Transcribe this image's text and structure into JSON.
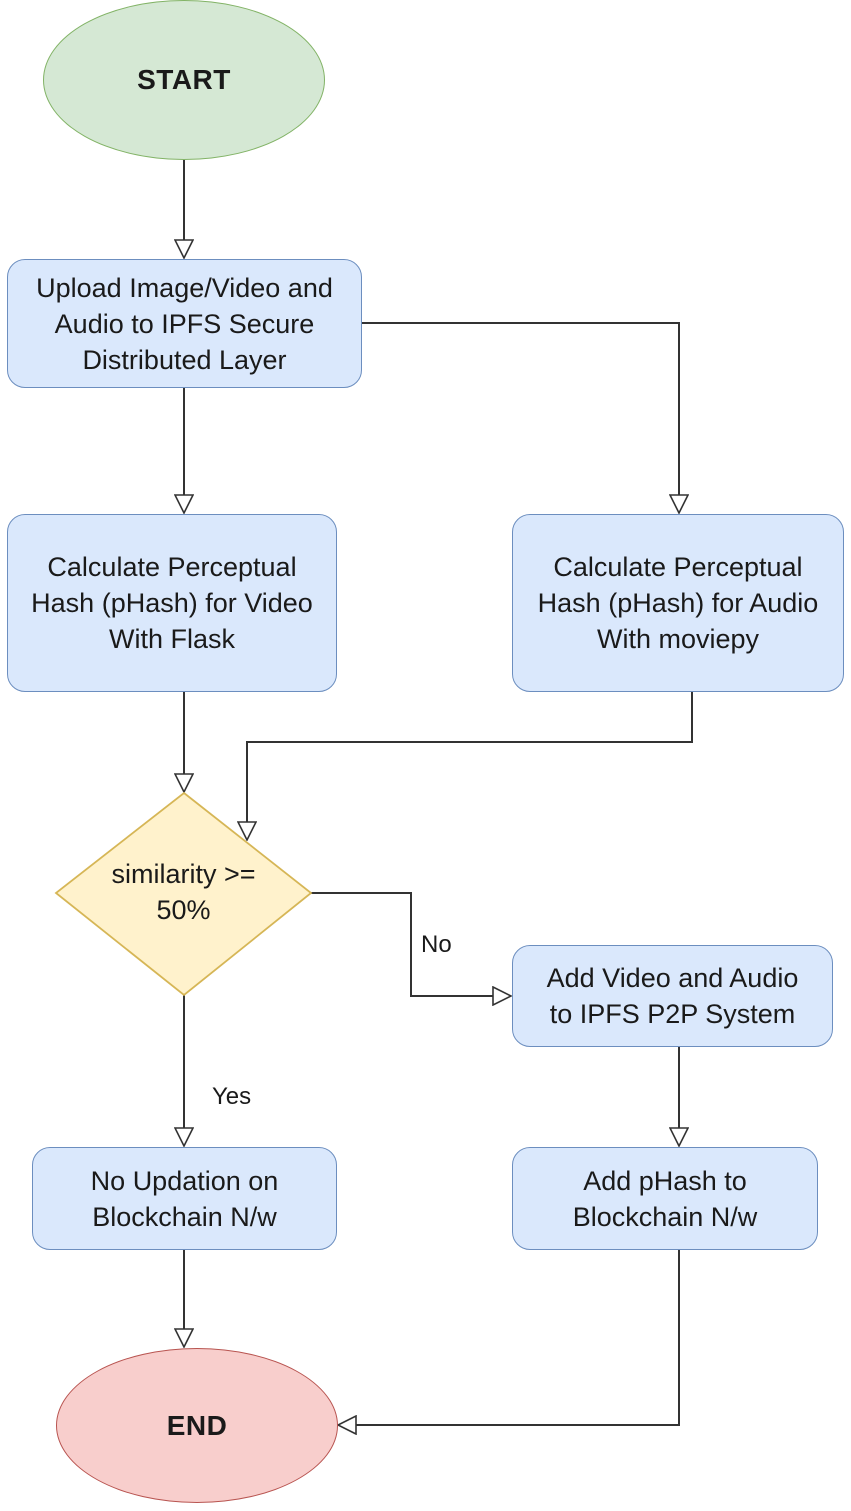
{
  "diagram": {
    "nodes": {
      "start": {
        "label": "START",
        "shape": "ellipse",
        "fill": "#d5e8d4",
        "stroke": "#82b366"
      },
      "upload": {
        "label": "Upload Image/Video and\nAudio to IPFS Secure\nDistributed Layer",
        "shape": "rounded-rect",
        "fill": "#dae8fc",
        "stroke": "#6c8ebf"
      },
      "hash_video": {
        "label": "Calculate Perceptual\nHash (pHash) for Video\nWith Flask",
        "shape": "rounded-rect",
        "fill": "#dae8fc",
        "stroke": "#6c8ebf"
      },
      "hash_audio": {
        "label": "Calculate Perceptual\nHash (pHash) for Audio\nWith moviepy",
        "shape": "rounded-rect",
        "fill": "#dae8fc",
        "stroke": "#6c8ebf"
      },
      "decision": {
        "label": "similarity >=\n50%",
        "shape": "diamond",
        "fill": "#fff2cc",
        "stroke": "#d6b656"
      },
      "add_ipfs": {
        "label": "Add Video and Audio\nto IPFS P2P System",
        "shape": "rounded-rect",
        "fill": "#dae8fc",
        "stroke": "#6c8ebf"
      },
      "no_update": {
        "label": "No Updation on\nBlockchain N/w",
        "shape": "rounded-rect",
        "fill": "#dae8fc",
        "stroke": "#6c8ebf"
      },
      "add_phash": {
        "label": "Add pHash to\nBlockchain N/w",
        "shape": "rounded-rect",
        "fill": "#dae8fc",
        "stroke": "#6c8ebf"
      },
      "end": {
        "label": "END",
        "shape": "ellipse",
        "fill": "#f8cecc",
        "stroke": "#b85450"
      }
    },
    "edges": [
      {
        "from": "start",
        "to": "upload"
      },
      {
        "from": "upload",
        "to": "hash_video"
      },
      {
        "from": "upload",
        "to": "hash_audio"
      },
      {
        "from": "hash_video",
        "to": "decision"
      },
      {
        "from": "hash_audio",
        "to": "decision"
      },
      {
        "from": "decision",
        "to": "add_ipfs",
        "label": "No"
      },
      {
        "from": "decision",
        "to": "no_update",
        "label": "Yes"
      },
      {
        "from": "add_ipfs",
        "to": "add_phash"
      },
      {
        "from": "no_update",
        "to": "end"
      },
      {
        "from": "add_phash",
        "to": "end"
      }
    ],
    "edge_labels": {
      "no": "No",
      "yes": "Yes"
    },
    "colors": {
      "line": "#333333"
    }
  }
}
